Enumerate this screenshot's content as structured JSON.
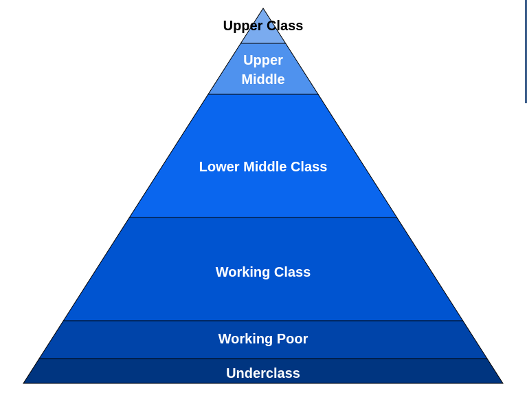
{
  "pyramid": {
    "layers": [
      {
        "id": "upper-class",
        "label_lines": [
          "Upper Class"
        ],
        "fill": "#7aabef",
        "text_color": "#000000"
      },
      {
        "id": "upper-middle",
        "label_lines": [
          "Upper",
          "Middle"
        ],
        "fill": "#4f92ee",
        "text_color": "#ffffff"
      },
      {
        "id": "lower-middle-class",
        "label_lines": [
          "Lower Middle Class"
        ],
        "fill": "#0a66ee",
        "text_color": "#ffffff"
      },
      {
        "id": "working-class",
        "label_lines": [
          "Working Class"
        ],
        "fill": "#0054d0",
        "text_color": "#ffffff"
      },
      {
        "id": "working-poor",
        "label_lines": [
          "Working Poor"
        ],
        "fill": "#0044a9",
        "text_color": "#ffffff"
      },
      {
        "id": "underclass",
        "label_lines": [
          "Underclass"
        ],
        "fill": "#003580",
        "text_color": "#ffffff"
      }
    ],
    "outline_color": "#000000"
  }
}
